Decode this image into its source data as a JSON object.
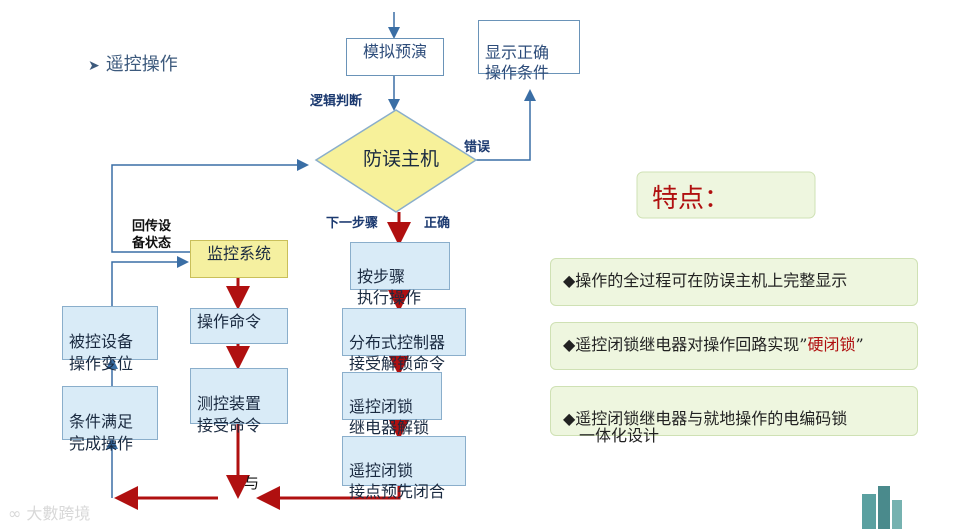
{
  "section_title": "遥控操作",
  "section_marker": "➤",
  "nodes": {
    "simulate": "模拟预演",
    "display_correct": "显示正确\n操作条件",
    "host": "防误主机",
    "monitor": "监控系统",
    "operate_cmd": "操作命令",
    "measure_recv": "测控装置\n接受命令",
    "step_exec": "按步骤\n执行操作",
    "dist_ctrl": "分布式控制器\n接受解锁命令",
    "relay_unlock": "遥控闭锁\n继电器解锁",
    "contact_close": "遥控闭锁\n接点预先闭合",
    "device_change": "被控设备\n操作变位",
    "cond_met": "条件满足\n完成操作"
  },
  "labels": {
    "logic": "逻辑判断",
    "error": "错误",
    "next_step": "下一步骤",
    "correct": "正确",
    "return_state": "回传设\n备状态",
    "and": "与"
  },
  "features": {
    "title": "特点：",
    "items": [
      {
        "text": "◆操作的全过程可在防误主机上完整显示"
      },
      {
        "text": "◆遥控闭锁继电器对操作回路实现”",
        "highlight": "硬闭锁",
        "suffix": "”"
      },
      {
        "text": "◆遥控闭锁继电器与就地操作的电编码锁\n　一体化设计"
      }
    ]
  },
  "watermark": "大數跨境",
  "colors": {
    "accent_red": "#b01010",
    "flow_blue": "#3a6ea5"
  }
}
